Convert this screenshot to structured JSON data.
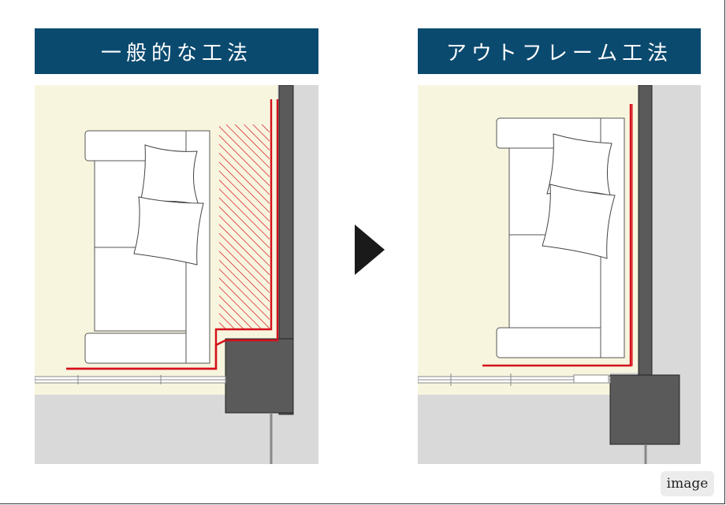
{
  "left_panel": {
    "title": "一般的な工法"
  },
  "right_panel": {
    "title": "アウトフレーム工法"
  },
  "badge": {
    "text": "image"
  },
  "colors": {
    "title_bg": "#0b4a6f",
    "room_floor": "#f8f5df",
    "outside": "#d9d9d9",
    "wall": "#5a5a5a",
    "usable_line": "#d4101a",
    "arrow": "#1a1a1a"
  }
}
